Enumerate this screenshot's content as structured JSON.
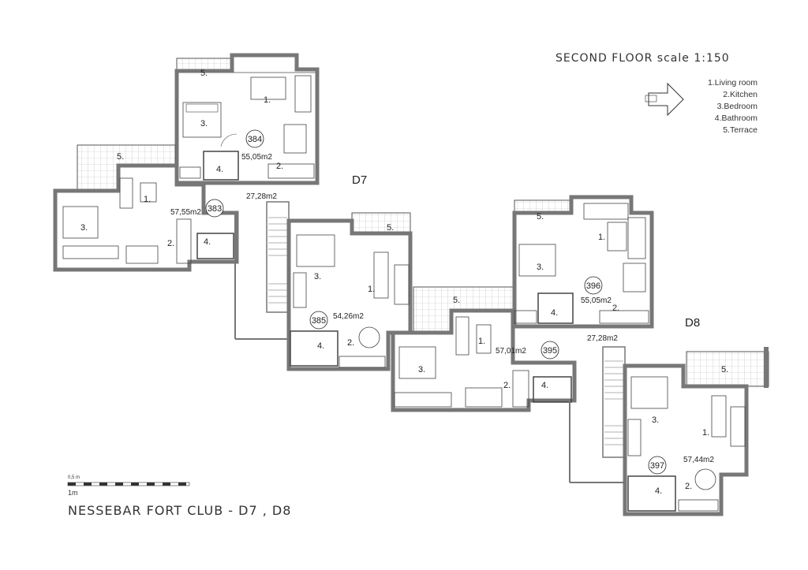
{
  "title": "SECOND FLOOR scale 1:150",
  "footer": "NESSEBAR FORT CLUB - D7 , D8",
  "legend": [
    "1.Living room",
    "2.Kitchen",
    "3.Bedroom",
    "4.Bathroom",
    "5.Terrace"
  ],
  "blocks": [
    "D7",
    "D8"
  ],
  "scale_bar": {
    "top_label": "0,5 m",
    "bottom_label": "1m"
  },
  "units": [
    {
      "number": "384",
      "area": "55,05m2"
    },
    {
      "number": "383",
      "area": "57,55m2"
    },
    {
      "number": "385",
      "area": "54,26m2"
    },
    {
      "number": "396",
      "area": "55,05m2"
    },
    {
      "number": "395",
      "area": "57,01m2"
    },
    {
      "number": "397",
      "area": "57,44m2"
    }
  ],
  "corridor_areas": [
    "27,28m2",
    "27,28m2"
  ],
  "room_labels": [
    "1.",
    "2.",
    "3.",
    "4.",
    "5."
  ]
}
